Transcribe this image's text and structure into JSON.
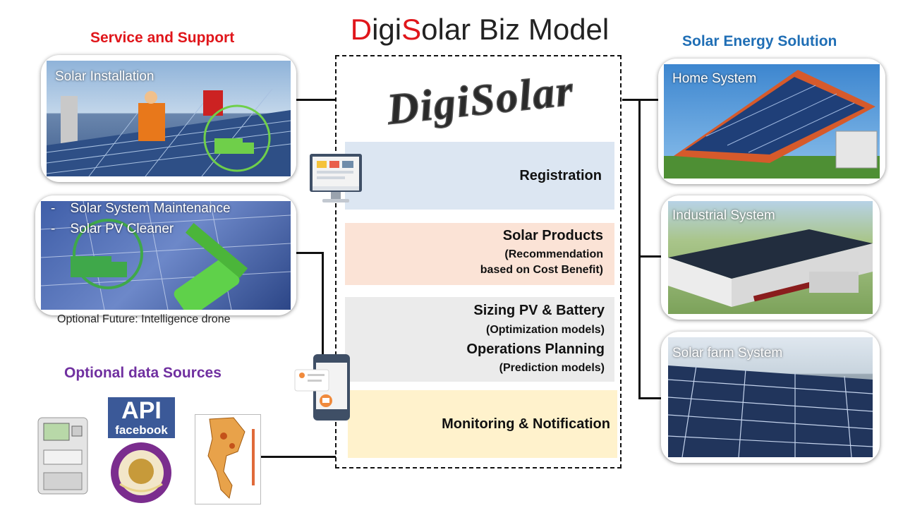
{
  "title": {
    "part1": "D",
    "part2": "igi",
    "part3": "S",
    "part4": "olar",
    "part5": " Biz Model"
  },
  "logo_text": "DigiSolar",
  "left": {
    "heading": "Service and Support",
    "installation_caption": "Solar Installation",
    "maintenance_items": [
      "Solar System Maintenance",
      "Solar PV Cleaner"
    ],
    "future_note": "Optional Future: Intelligence drone",
    "data_sources_heading": "Optional data Sources",
    "api_text": "API",
    "facebook_text": "facebook"
  },
  "center": {
    "registration": "Registration",
    "products_title": "Solar Products",
    "products_sub1": "(Recommendation",
    "products_sub2": "based on Cost Benefit)",
    "sizing_title": "Sizing PV & Battery",
    "sizing_sub": "(Optimization models)",
    "ops_title": "Operations Planning",
    "ops_sub": "(Prediction models)",
    "monitoring": "Monitoring & Notification"
  },
  "right": {
    "heading": "Solar Energy Solution",
    "home": "Home System",
    "industrial": "Industrial System",
    "farm": "Solar farm System"
  },
  "colors": {
    "title_red": "#e0161b",
    "left_heading": "#e0161b",
    "right_heading": "#1f6eb5",
    "data_heading": "#7030a0",
    "band_registration": "#dce6f2",
    "band_products": "#fbe3d6",
    "band_sizing": "#ebebeb",
    "band_monitoring": "#fff2cc"
  }
}
